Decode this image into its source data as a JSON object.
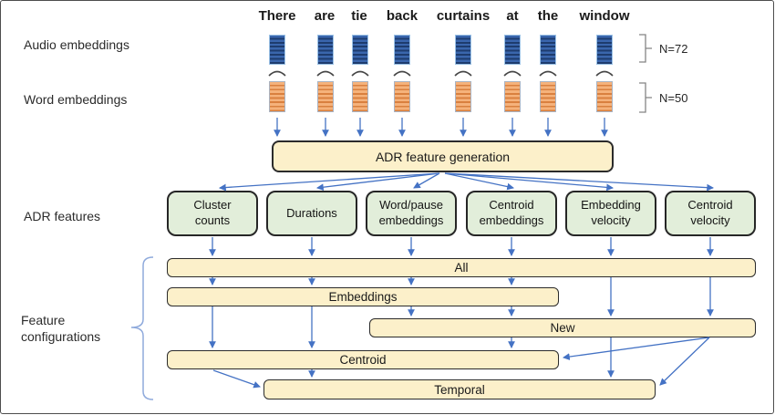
{
  "colors": {
    "arrow": "#4472c4",
    "bar_fill": "#fcf0ca",
    "bar_border": "#2b2b2b",
    "feature_fill": "#e2eeda",
    "feature_border": "#262626",
    "audio_stripe_light": "#3a66ad",
    "audio_stripe_dark": "#1e3c6e",
    "word_stripe_light": "#f5b27b",
    "word_stripe_dark": "#d9803f",
    "brace_blue": "#8faadc"
  },
  "sentence": {
    "words": [
      "There",
      "are",
      "tie",
      "back",
      "curtains",
      "at",
      "the",
      "window"
    ]
  },
  "row_labels": {
    "audio": "Audio embeddings",
    "word": "Word embeddings",
    "adr": "ADR features",
    "config": "Feature configurations"
  },
  "counts": {
    "audio": "N=72",
    "word": "N=50"
  },
  "generator": {
    "label": "ADR feature generation"
  },
  "adr_features": [
    {
      "label": "Cluster\ncounts"
    },
    {
      "label": "Durations"
    },
    {
      "label": "Word/pause\nembeddings"
    },
    {
      "label": "Centroid\nembeddings"
    },
    {
      "label": "Embedding\nvelocity"
    },
    {
      "label": "Centroid\nvelocity"
    }
  ],
  "feature_configs": [
    {
      "label": "All"
    },
    {
      "label": "Embeddings"
    },
    {
      "label": "New"
    },
    {
      "label": "Centroid"
    },
    {
      "label": "Temporal"
    }
  ]
}
